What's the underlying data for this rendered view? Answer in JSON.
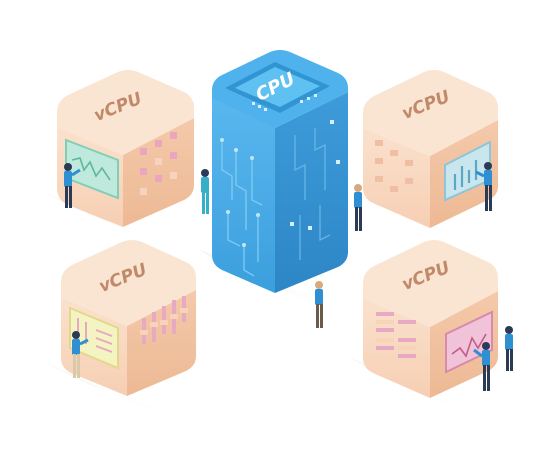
{
  "cpu": {
    "label": "CPU",
    "color": "#3fa6e6"
  },
  "vcpu_label": "vCPU",
  "vcpus": [
    {
      "id": "top-left",
      "label": "vCPU",
      "screen_color": "#bfe9dc",
      "screen_type": "wave"
    },
    {
      "id": "top-right",
      "label": "vCPU",
      "screen_color": "#c9e6ee",
      "screen_type": "bars"
    },
    {
      "id": "bottom-left",
      "label": "vCPU",
      "screen_color": "#f3f4c2",
      "screen_type": "doc"
    },
    {
      "id": "bottom-right",
      "label": "vCPU",
      "screen_color": "#f0c3d8",
      "screen_type": "wave"
    }
  ],
  "colors": {
    "vcpu_top": "#f9e2cf",
    "vcpu_left": "#f7d3b8",
    "vcpu_right": "#f1c3a4",
    "label_color": "#c08a6a",
    "accent_pink": "#e8a9c3",
    "person_shirt": "#2f8fd3",
    "person_pants": "#2b3a55"
  }
}
